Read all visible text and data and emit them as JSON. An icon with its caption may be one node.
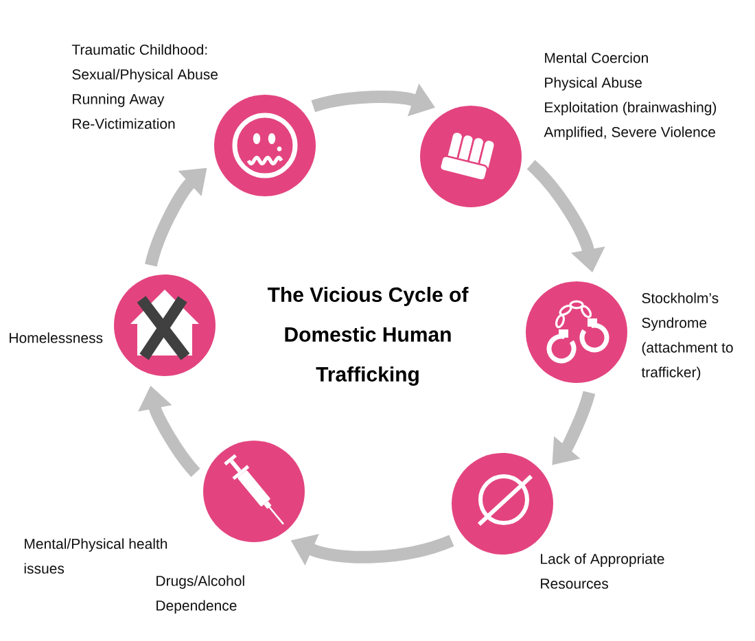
{
  "diagram": {
    "title": "The Vicious Cycle of Domestic Human Trafficking",
    "nodes": [
      {
        "text": [],
        "shape": "circle",
        "beside": [
          "Traumatic Childhood:",
          "Sexual/Physical Abuse",
          "Running Away",
          "Re-Victimization"
        ]
      },
      {
        "text": [],
        "shape": "circle",
        "beside": [
          "Mental Coercion",
          "Physical Abuse",
          "Exploitation (brainwashing)",
          "Amplified, Severe Violence"
        ]
      },
      {
        "text": [],
        "shape": "circle",
        "beside": [
          "Stockholm’s Syndrome (attachment to trafficker)"
        ]
      },
      {
        "text": [],
        "shape": "circle",
        "beside": [
          "Lack of Appropriate Resources"
        ]
      },
      {
        "text": [],
        "shape": "circle",
        "beside": [
          "Mental/Physical health issues",
          "Drugs/Alcohol Dependence"
        ]
      },
      {
        "text": [],
        "shape": "circle",
        "beside": [
          "Homelessness"
        ]
      }
    ],
    "edges": [
      {
        "from": 0,
        "to": 1,
        "arrow": "to"
      },
      {
        "from": 1,
        "to": 2,
        "arrow": "to"
      },
      {
        "from": 2,
        "to": 3,
        "arrow": "to"
      },
      {
        "from": 3,
        "to": 4,
        "arrow": "to"
      },
      {
        "from": 4,
        "to": 5,
        "arrow": "to"
      },
      {
        "from": 5,
        "to": 0,
        "arrow": "to"
      }
    ]
  }
}
